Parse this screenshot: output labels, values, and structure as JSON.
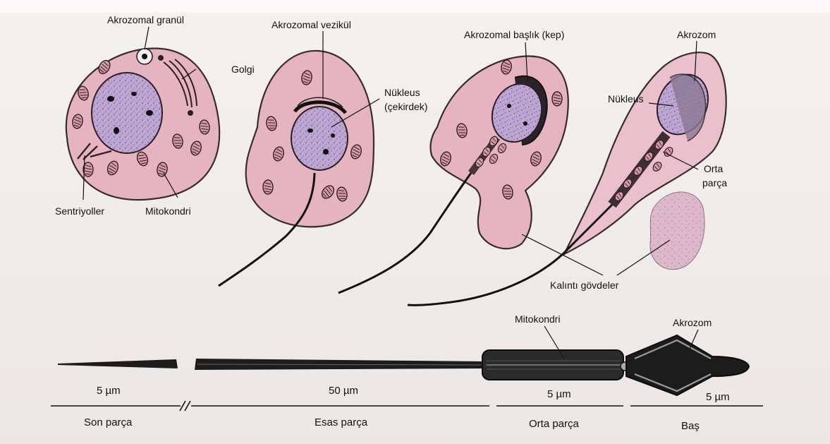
{
  "labels": {
    "akrozomal_granul": "Akrozomal granül",
    "golgi": "Golgi",
    "sentriyoller": "Sentriyoller",
    "mitokondri_cell": "Mitokondri",
    "akrozomal_vezikul": "Akrozomal vezikül",
    "nukleus_1": "Nükleus",
    "cekirdek": "(çekirdek)",
    "akrozomal_baslik": "Akrozomal başlık (kep)",
    "akrozom_top": "Akrozom",
    "nukleus_2": "Nükleus",
    "orta": "Orta",
    "parca": "parça",
    "kalinti_govdeler": "Kalıntı gövdeler",
    "mitokondri_sperm": "Mitokondri",
    "akrozom_sperm": "Akrozom"
  },
  "scale": {
    "son_measure": "5 µm",
    "esas_measure": "50 µm",
    "orta_measure": "5 µm",
    "bas_measure": "5 µm",
    "son_label": "Son parça",
    "esas_label": "Esas parça",
    "orta_label": "Orta parça",
    "bas_label": "Baş"
  },
  "colors": {
    "cytoplasm": "#e7b6c3",
    "cytoplasm_edge": "#3a2a30",
    "nucleus": "#b9a2cf",
    "mitochondria": "#d79aa6",
    "residual": "#dcb5c8",
    "sperm_dark": "#1c1c1c"
  }
}
